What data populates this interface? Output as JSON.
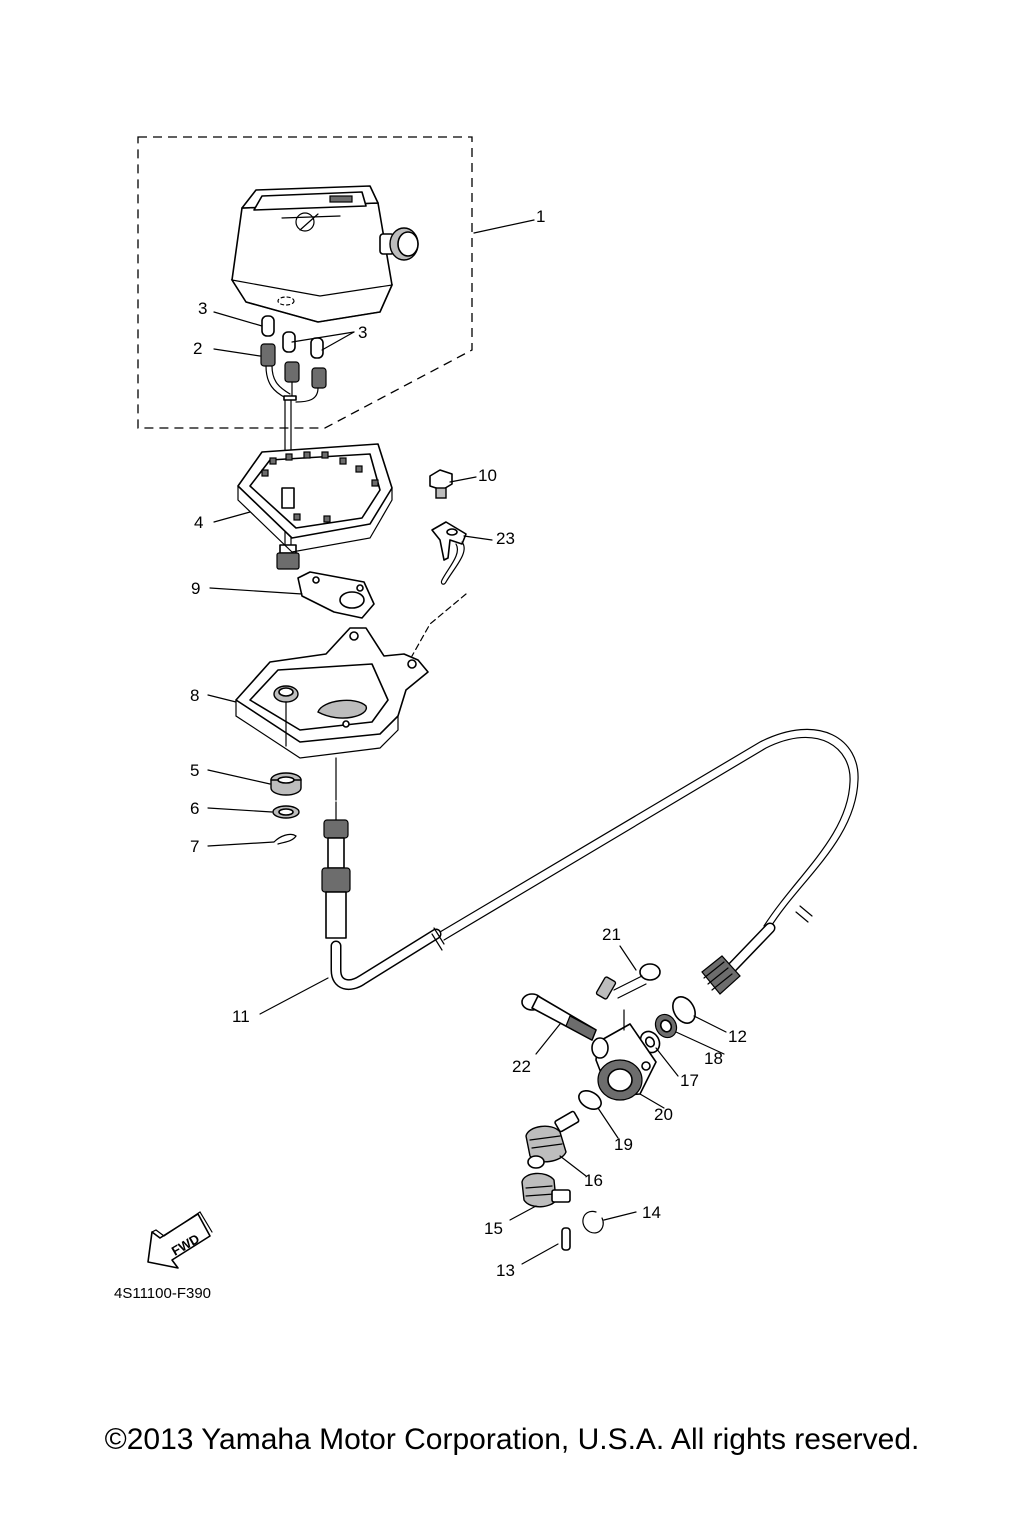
{
  "diagram": {
    "labels": [
      {
        "id": "1",
        "text": "1"
      },
      {
        "id": "2",
        "text": "2"
      },
      {
        "id": "3a",
        "text": "3"
      },
      {
        "id": "3b",
        "text": "3"
      },
      {
        "id": "4",
        "text": "4"
      },
      {
        "id": "5",
        "text": "5"
      },
      {
        "id": "6",
        "text": "6"
      },
      {
        "id": "7",
        "text": "7"
      },
      {
        "id": "8",
        "text": "8"
      },
      {
        "id": "9",
        "text": "9"
      },
      {
        "id": "10",
        "text": "10"
      },
      {
        "id": "11",
        "text": "11"
      },
      {
        "id": "12",
        "text": "12"
      },
      {
        "id": "13",
        "text": "13"
      },
      {
        "id": "14",
        "text": "14"
      },
      {
        "id": "15",
        "text": "15"
      },
      {
        "id": "16",
        "text": "16"
      },
      {
        "id": "17",
        "text": "17"
      },
      {
        "id": "18",
        "text": "18"
      },
      {
        "id": "19",
        "text": "19"
      },
      {
        "id": "20",
        "text": "20"
      },
      {
        "id": "21",
        "text": "21"
      },
      {
        "id": "22",
        "text": "22"
      },
      {
        "id": "23",
        "text": "23"
      }
    ],
    "fwd_text": "FWD",
    "drawing_code": "4S11100-F390",
    "copyright": "©2013 Yamaha Motor Corporation, U.S.A. All rights reserved."
  }
}
